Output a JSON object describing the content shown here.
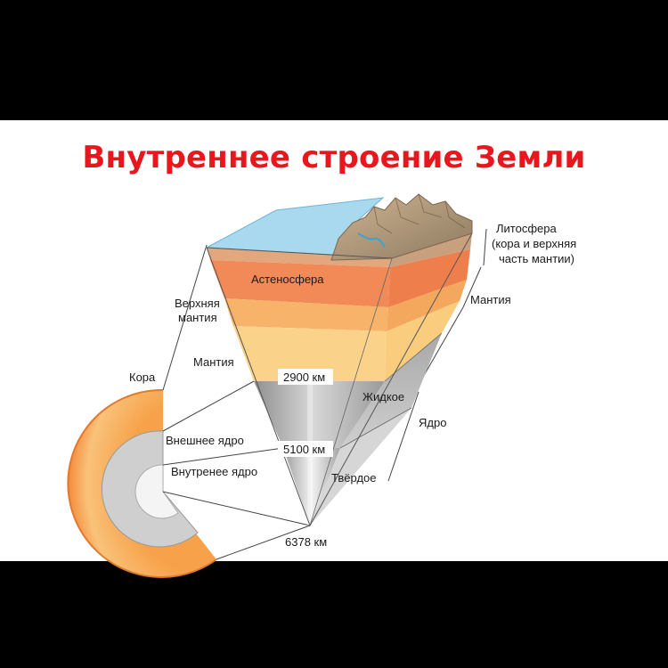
{
  "title": "Внутреннее строение Земли",
  "labels": {
    "litho_1": "Литосфера",
    "litho_2": "(кора и верхняя",
    "litho_3": "часть мантии)",
    "asthenosphere": "Астеносфера",
    "upper_mantle_1": "Верхняя",
    "upper_mantle_2": "мантия",
    "mantle_left": "Мантия",
    "mantle_right": "Мантия",
    "crust": "Кора",
    "depth_2900": "2900 км",
    "liquid": "Жидкое",
    "core": "Ядро",
    "outer_core": "Внешнее ядро",
    "depth_5100": "5100 км",
    "inner_core": "Внутренее ядро",
    "solid": "Твёрдое",
    "depth_6378": "6378 км"
  },
  "colors": {
    "title": "#e8161d",
    "ocean": "#a9d9ef",
    "asthenosphere": "#f28a58",
    "mantle_upper": "#f7b36a",
    "mantle_lower": "#fbd28a",
    "outer_core": "#bdbdbd",
    "inner_core": "#d9d9d9"
  }
}
